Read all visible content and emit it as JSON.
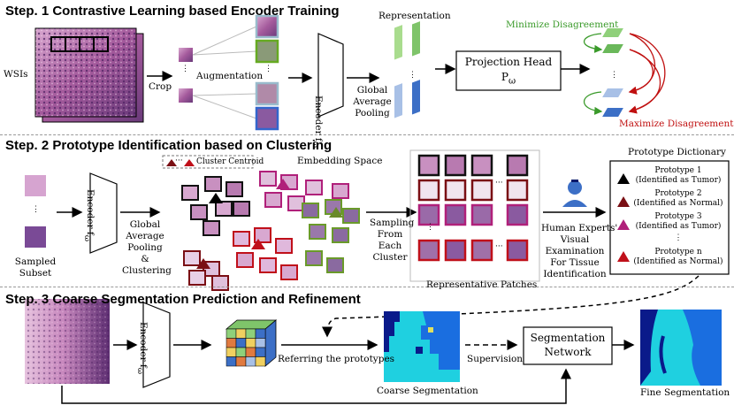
{
  "step1": {
    "title": "Step. 1 Contrastive Learning based Encoder Training",
    "wsi_label": "WSIs",
    "crop_label": "Crop",
    "augmentation_label": "Augmentation",
    "encoder_label": "Encoder f",
    "encoder_sub": "ω",
    "gap_line1": "Global",
    "gap_line2": "Average",
    "gap_line3": "Pooling",
    "representation_label": "Representation",
    "projection_line1": "Projection Head",
    "projection_line2": "P",
    "projection_sub": "ω",
    "minimize_label": "Minimize Disagreement",
    "maximize_label": "Maximize Disagreement"
  },
  "step2": {
    "title": "Step. 2 Prototype Identification based on Clustering",
    "sampled_line1": "Sampled",
    "sampled_line2": "Subset",
    "encoder_label": "Encoder f",
    "encoder_sub": "ω",
    "gap_line1": "Global",
    "gap_line2": "Average",
    "gap_line3": "Pooling",
    "gap_line4": "&",
    "gap_line5": "Clustering",
    "cluster_centroid_legend": "Cluster Centroid",
    "embedding_space_label": "Embedding Space",
    "sampling_line1": "Sampling",
    "sampling_line2": "From",
    "sampling_line3": "Each",
    "sampling_line4": "Cluster",
    "representative_patches_label": "Representative Patches",
    "experts_line1": "Human Experts'",
    "experts_line2": "Visual",
    "experts_line3": "Examination",
    "experts_line4": "For Tissue",
    "experts_line5": "Identification",
    "dictionary_title": "Prototype Dictionary",
    "prototypes": [
      {
        "name": "Prototype 1",
        "note": "(Identified as Tumor)",
        "color": "#000000"
      },
      {
        "name": "Prototype 2",
        "note": "(Identified as Normal)",
        "color": "#7a0f14"
      },
      {
        "name": "Prototype 3",
        "note": "(Identified as Tumor)",
        "color": "#b0207a"
      },
      {
        "name": "Prototype n",
        "note": "(Identified as Normal)",
        "color": "#c0101a"
      }
    ]
  },
  "step3": {
    "title": "Step. 3 Coarse Segmentation Prediction and Refinement",
    "encoder_label": "Encoder f",
    "encoder_sub": "ω",
    "referring_label": "Referring the prototypes",
    "coarse_label": "Coarse Segmentation",
    "supervision_label": "Supervision",
    "segnet_line1": "Segmentation",
    "segnet_line2": "Network",
    "fine_label": "Fine Segmentation"
  },
  "colors": {
    "green_arrow": "#3a9a2a",
    "red_arrow": "#c01010",
    "tissue": "#b06aa8",
    "cyan": "#1fd0e0",
    "blue": "#1a56c8",
    "navy": "#0a1a6a"
  }
}
